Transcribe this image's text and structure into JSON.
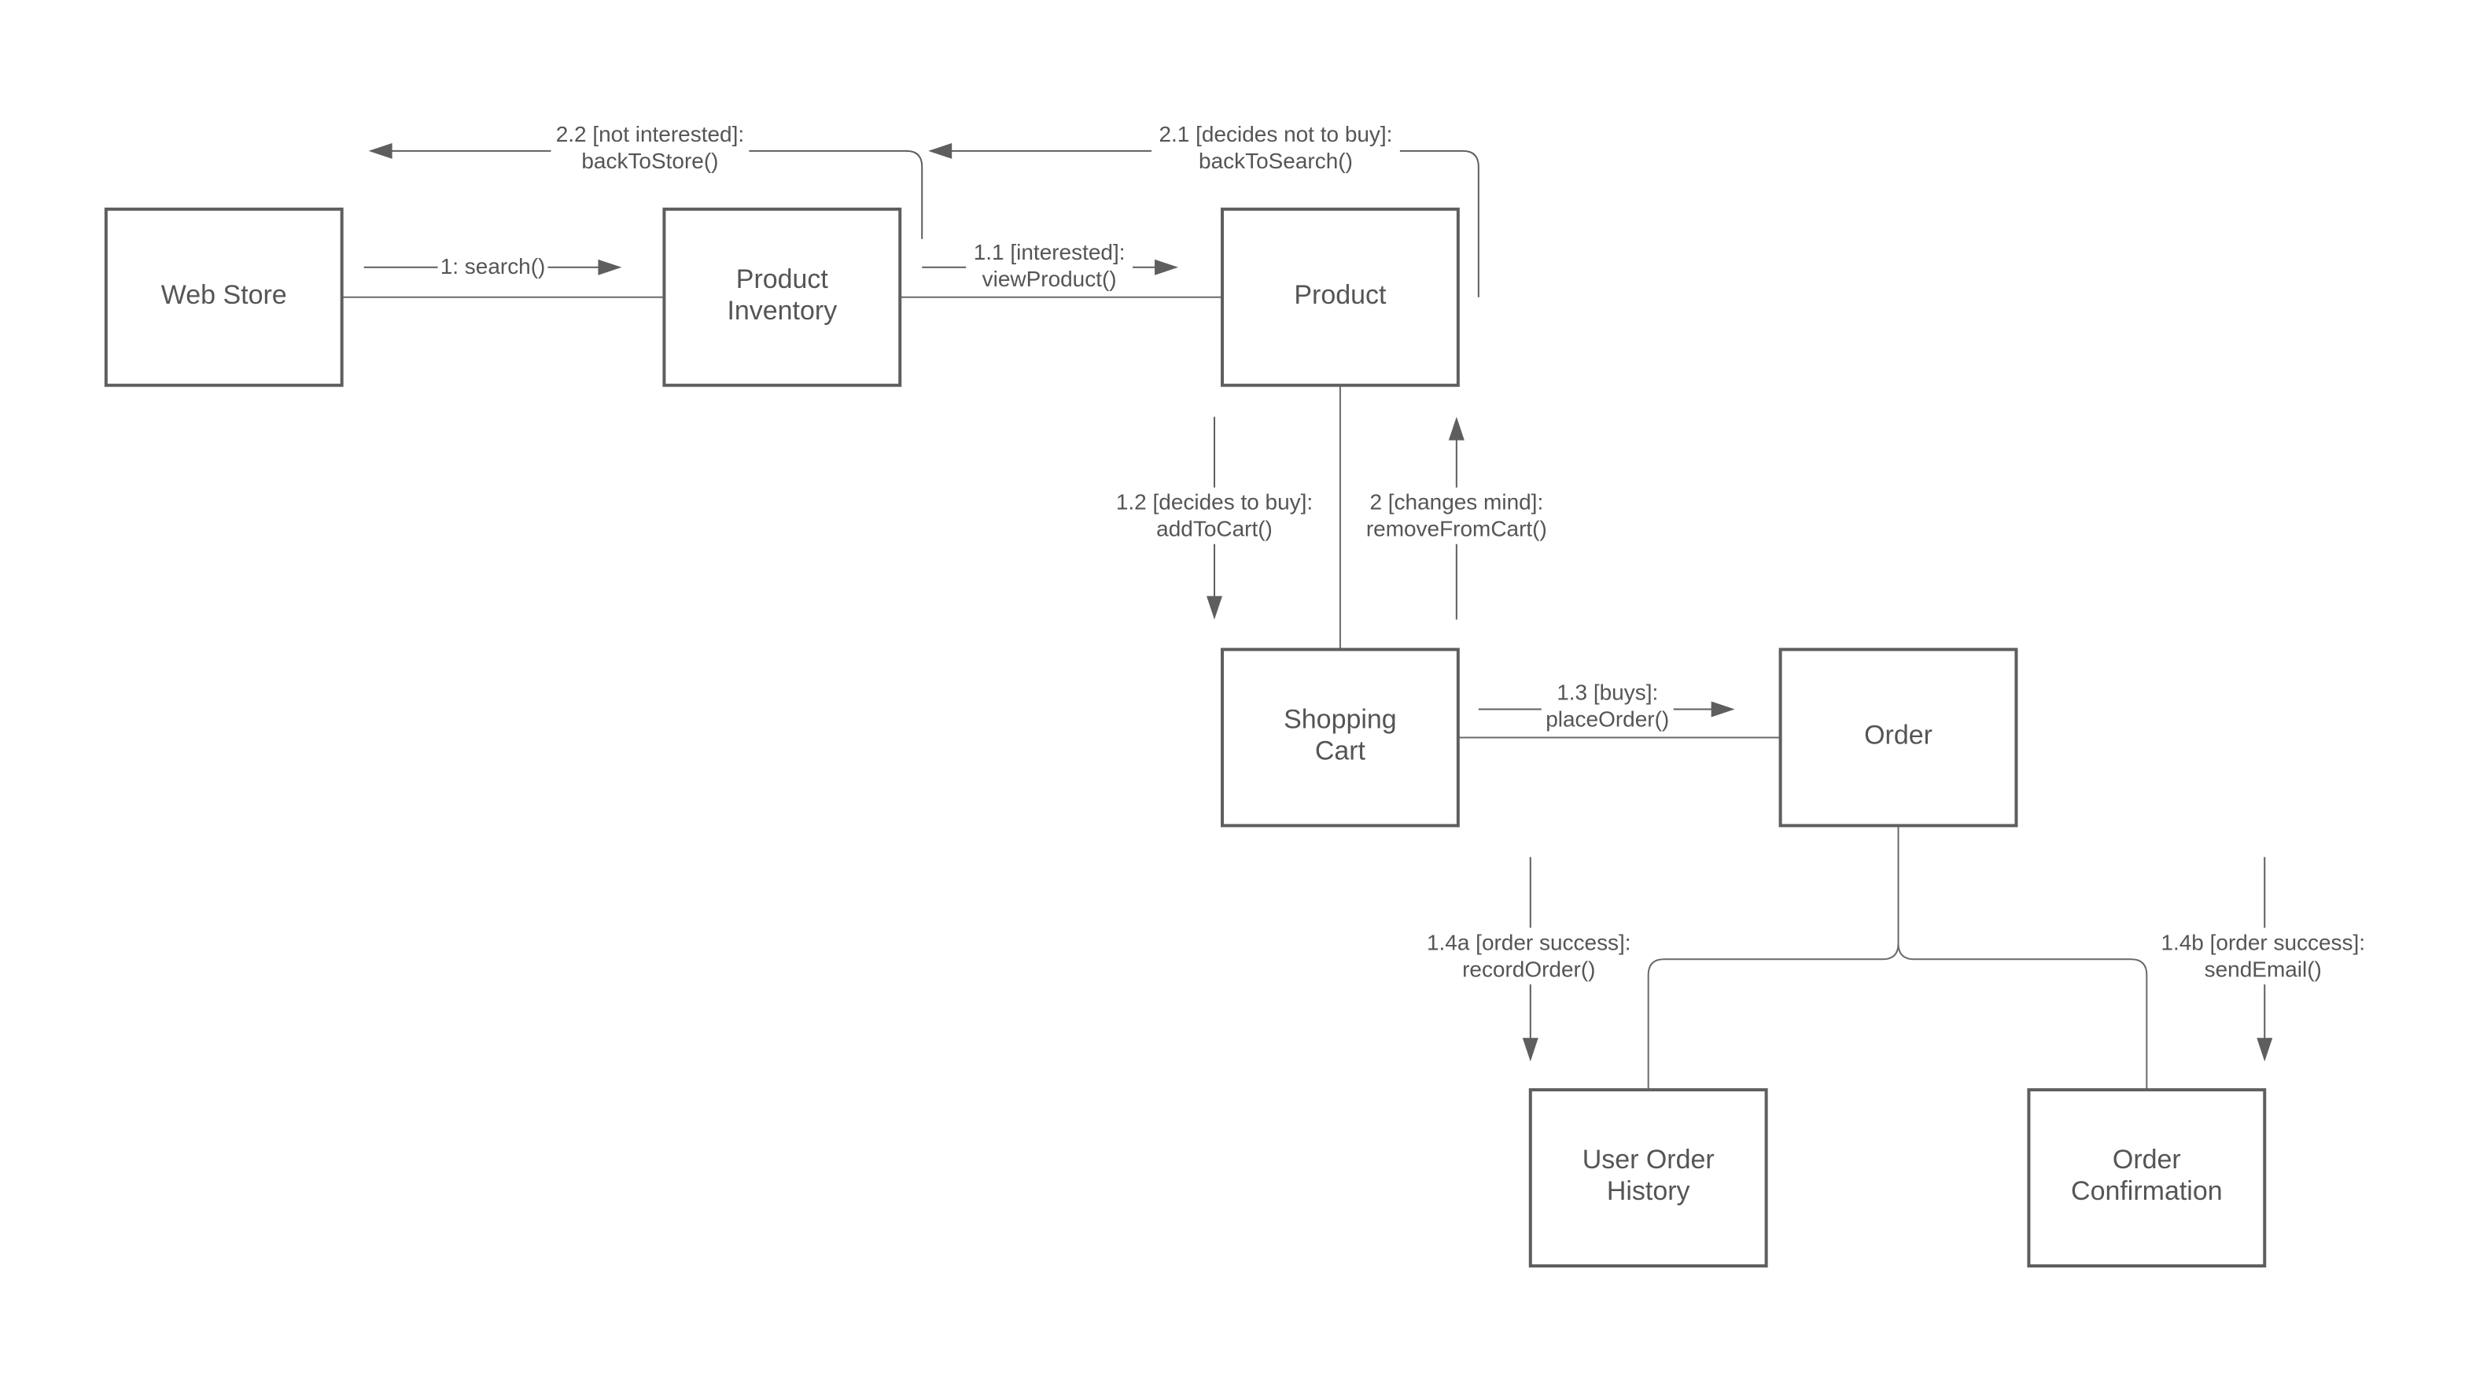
{
  "diagram": {
    "type": "UML communication diagram",
    "colors": {
      "stroke": "#5e5e5e",
      "text": "#555555",
      "background": "#ffffff"
    },
    "objects": {
      "web_store": [
        "Web Store"
      ],
      "product_inventory": [
        "Product",
        "Inventory"
      ],
      "product": [
        "Product"
      ],
      "shopping_cart": [
        "Shopping",
        "Cart"
      ],
      "order": [
        "Order"
      ],
      "user_order_history": [
        "User Order",
        "History"
      ],
      "order_confirmation": [
        "Order",
        "Confirmation"
      ]
    },
    "messages": {
      "m1": [
        "1: search()"
      ],
      "m1_1": [
        "1.1 [interested]:",
        "viewProduct()"
      ],
      "m1_2": [
        "1.2 [decides to buy]:",
        "addToCart()"
      ],
      "m1_3": [
        "1.3 [buys]:",
        "placeOrder()"
      ],
      "m1_4a": [
        "1.4a [order success]:",
        "recordOrder()"
      ],
      "m1_4b": [
        "1.4b [order success]:",
        "sendEmail()"
      ],
      "m2": [
        "2 [changes mind]:",
        "removeFromCart()"
      ],
      "m2_1": [
        "2.1 [decides not to buy]:",
        "backToSearch()"
      ],
      "m2_2": [
        "2.2 [not interested]:",
        "backToStore()"
      ]
    }
  }
}
